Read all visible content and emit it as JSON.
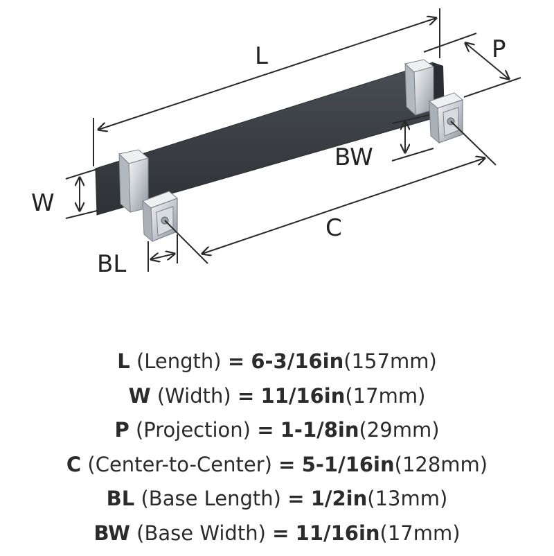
{
  "diagram": {
    "labels": {
      "L": "L",
      "P": "P",
      "W": "W",
      "BW": "BW",
      "C": "C",
      "BL": "BL"
    },
    "colors": {
      "bar": "#3b3f44",
      "bar_edge": "#2a2d31",
      "chrome": "#c9cdd2",
      "chrome_dark": "#8f959c",
      "line": "#2a2a2a"
    }
  },
  "specs": [
    {
      "abbr": "L",
      "name": "(Length)",
      "eq": "=",
      "inch": "6-3/16in",
      "mm": "(157mm)"
    },
    {
      "abbr": "W",
      "name": "(Width)",
      "eq": "=",
      "inch": "11/16in",
      "mm": "(17mm)"
    },
    {
      "abbr": "P",
      "name": "(Projection)",
      "eq": "=",
      "inch": "1-1/8in",
      "mm": "(29mm)"
    },
    {
      "abbr": "C",
      "name": "(Center-to-Center)",
      "eq": "=",
      "inch": "5-1/16in",
      "mm": "(128mm)"
    },
    {
      "abbr": "BL",
      "name": "(Base Length)",
      "eq": "=",
      "inch": "1/2in",
      "mm": "(13mm)"
    },
    {
      "abbr": "BW",
      "name": "(Base Width)",
      "eq": "=",
      "inch": "11/16in",
      "mm": "(17mm)"
    }
  ]
}
